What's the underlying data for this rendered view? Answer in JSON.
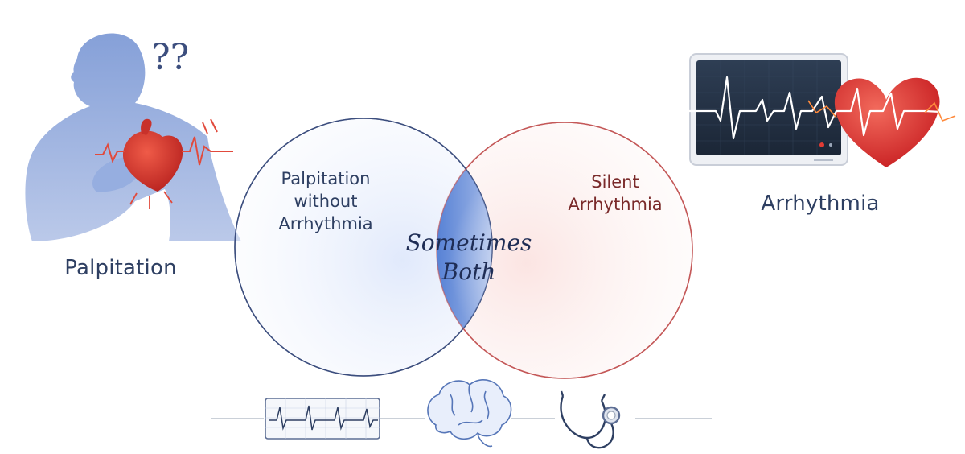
{
  "left_figure": {
    "label": "Palpitation",
    "question_marks": "??",
    "label_color": "#2e3f62",
    "silhouette_color": "#6f8fcf",
    "heart_color": "#d8342c"
  },
  "right_figure": {
    "label": "Arrhythmia",
    "label_color": "#2e3f62",
    "monitor_screen_color": "#243346",
    "heart_color": "#d8282a"
  },
  "venn": {
    "left_circle": {
      "lines": [
        "Palpitation",
        "without",
        "Arrhythmia"
      ],
      "stroke_color": "#3c4e7e",
      "text_color": "#2e3f62"
    },
    "right_circle": {
      "lines": [
        "Silent",
        "Arrhythmia"
      ],
      "stroke_color": "#c45858",
      "text_color": "#7a2a2a"
    },
    "overlap": {
      "lines": [
        "Sometimes",
        "Both"
      ],
      "text_color": "#1f2d55"
    }
  },
  "bottom_icons": [
    "ecg-strip-icon",
    "brain-icon",
    "stethoscope-icon"
  ]
}
